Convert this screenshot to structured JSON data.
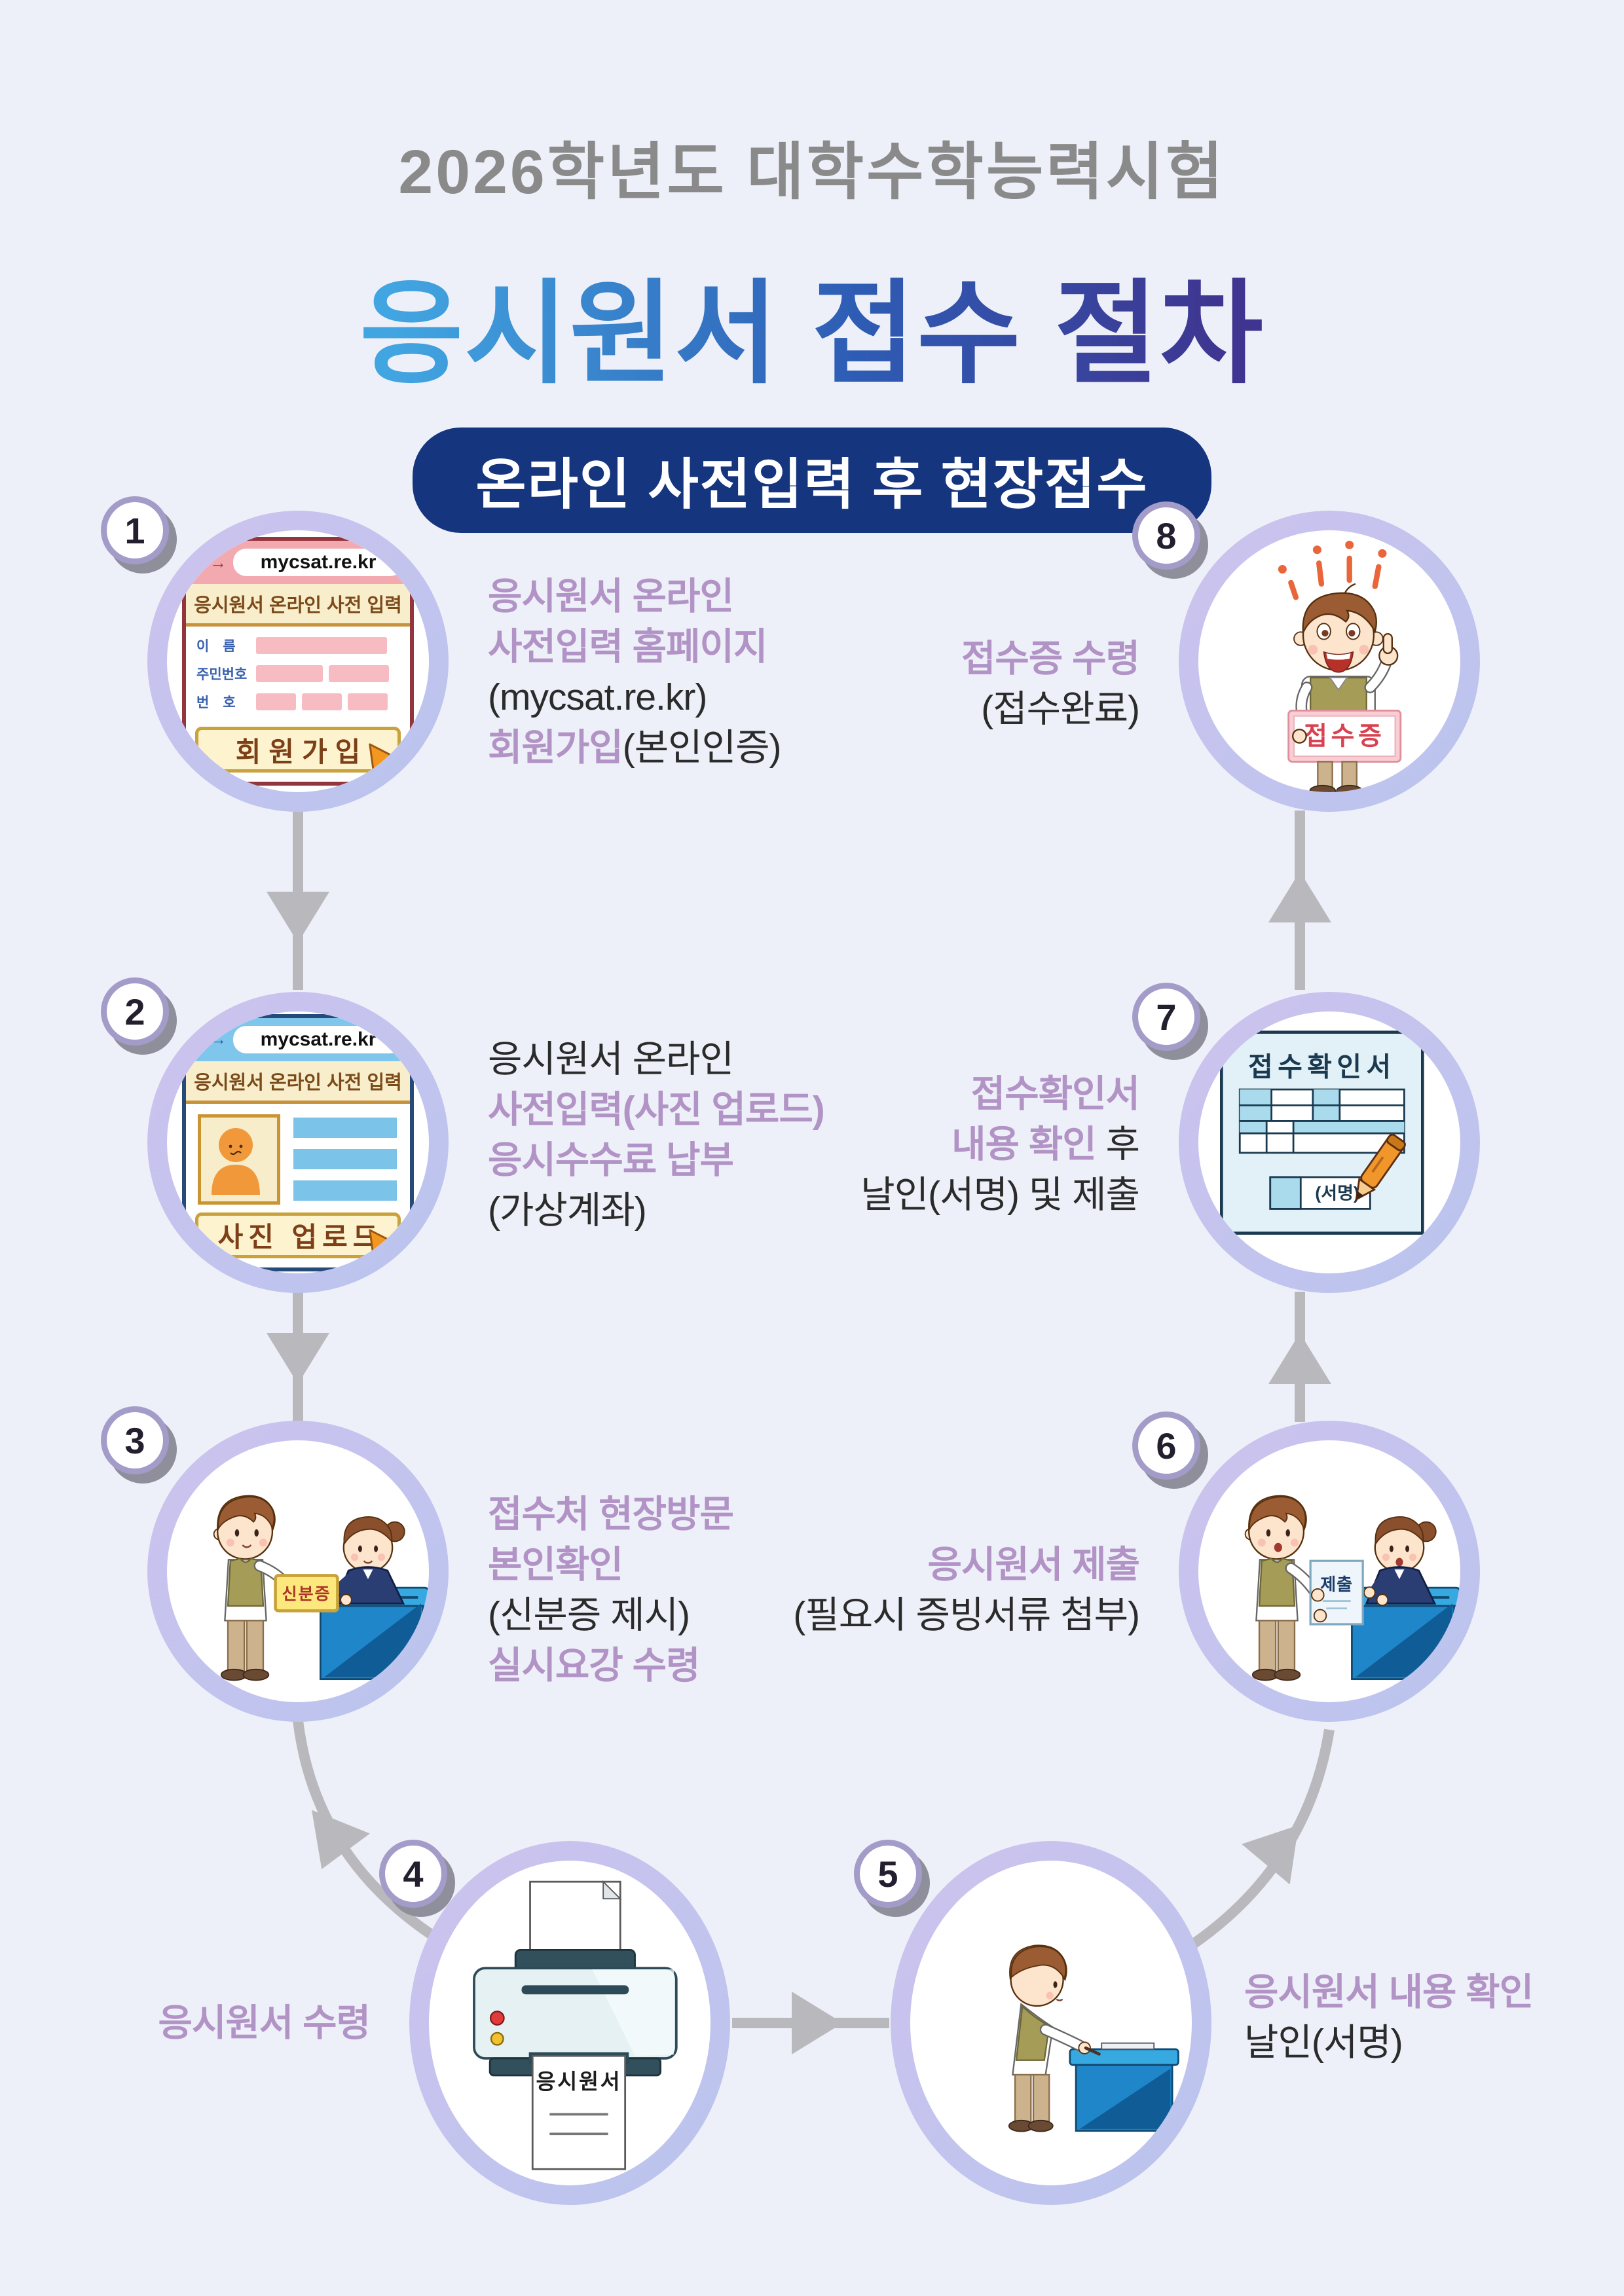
{
  "title": {
    "year_line": "2026학년도 대학수학능력시험",
    "main": "응시원서 접수 절차",
    "badge": "온라인 사전입력 후 현장접수"
  },
  "colors": {
    "background": "#eef0f9",
    "accent_purple": "#b293c5",
    "title_gray": "#8a8a8a",
    "title_gradient_start": "#41a5e1",
    "title_gradient_mid": "#2e5cb4",
    "title_gradient_end": "#3f3590",
    "pill_bg": "#16357f",
    "circle_ring": "#c2c4ee",
    "connector_gray": "#b9b9bd"
  },
  "browser": {
    "url": "mycsat.re.kr",
    "form_title": "응시원서 온라인 사전 입력",
    "field_labels": [
      "이　름",
      "주민번호",
      "번　호"
    ],
    "signup_button": "회원가입",
    "upload_button": "사진 업로드"
  },
  "art": {
    "id_card": "신분증",
    "submit_doc": "제출",
    "printer_doc": "응시원서",
    "confirm_title": "접수확인서",
    "sign_label": "(서명)",
    "receipt_sign": "접수증"
  },
  "steps": {
    "s1": {
      "num": "1",
      "line1": "응시원서 온라인",
      "line2": "사전입력 홈페이지",
      "line3": "(mycsat.re.kr)",
      "line4_accent": "회원가입",
      "line4_rest": "(본인인증)"
    },
    "s2": {
      "num": "2",
      "line1": "응시원서 온라인",
      "line2": "사전입력(사진 업로드)",
      "line3": "응시수수료 납부",
      "line4": "(가상계좌)"
    },
    "s3": {
      "num": "3",
      "line1": "접수처 현장방문",
      "line2": "본인확인",
      "line3": "(신분증 제시)",
      "line4": "실시요강 수령"
    },
    "s4": {
      "num": "4",
      "line1": "응시원서 수령"
    },
    "s5": {
      "num": "5",
      "line1": "응시원서 내용 확인",
      "line2": "날인(서명)"
    },
    "s6": {
      "num": "6",
      "line1": "응시원서 제출",
      "line2": "(필요시 증빙서류 첨부)"
    },
    "s7": {
      "num": "7",
      "line1": "접수확인서",
      "line2_accent": "내용 확인",
      "line2_rest": " 후",
      "line3": "날인(서명) 및 제출"
    },
    "s8": {
      "num": "8",
      "line1": "접수증 수령",
      "line2": "(접수완료)"
    }
  }
}
